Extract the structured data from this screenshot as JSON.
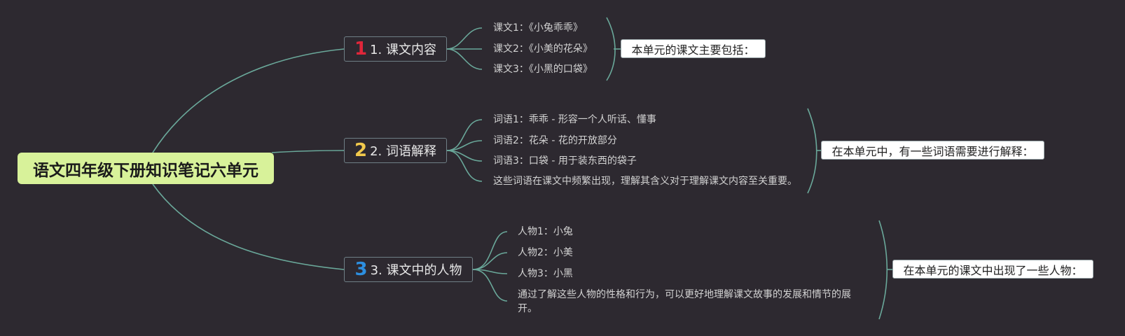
{
  "root": {
    "title": "语文四年级下册知识笔记六单元"
  },
  "colors": {
    "background": "#2d2930",
    "line": "#6aa89a",
    "root_fill": "#d8f29a",
    "num1": "#e0263a",
    "num2": "#f2c94c",
    "num3": "#2d8fe0"
  },
  "branches": [
    {
      "number": "1",
      "label": "1. 课文内容",
      "summary": "本单元的课文主要包括：",
      "items": [
        "课文1：《小兔乖乖》",
        "课文2：《小美的花朵》",
        "课文3：《小黑的口袋》"
      ]
    },
    {
      "number": "2",
      "label": "2. 词语解释",
      "summary": "在本单元中，有一些词语需要进行解释：",
      "items": [
        "词语1：乖乖 - 形容一个人听话、懂事",
        "词语2：花朵 - 花的开放部分",
        "词语3：口袋 - 用于装东西的袋子",
        "这些词语在课文中频繁出现，理解其含义对于理解课文内容至关重要。"
      ]
    },
    {
      "number": "3",
      "label": "3. 课文中的人物",
      "summary": "在本单元的课文中出现了一些人物：",
      "items": [
        "人物1：小兔",
        "人物2：小美",
        "人物3：小黑",
        "通过了解这些人物的性格和行为，可以更好地理解课文故事的发展和情节的展开。"
      ]
    }
  ]
}
